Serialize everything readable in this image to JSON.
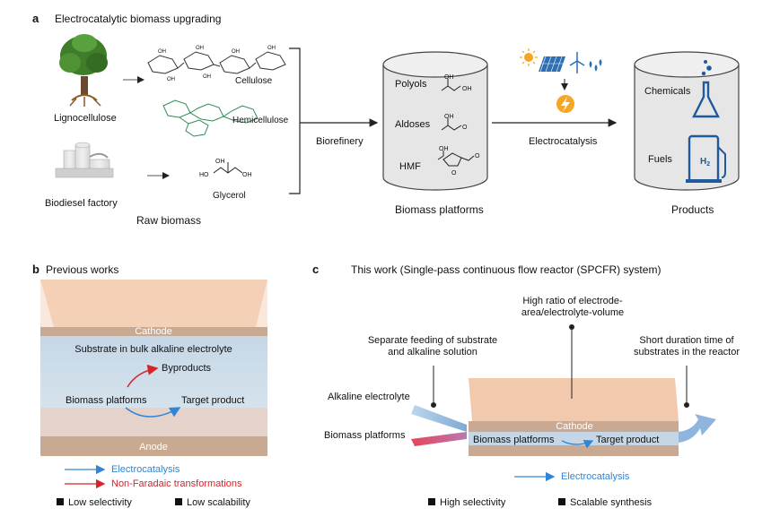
{
  "panel_a": {
    "letter": "a",
    "title": "Electrocatalytic biomass upgrading",
    "lignocellulose": "Lignocellulose",
    "biodiesel_factory": "Biodiesel factory",
    "cellulose": "Cellulose",
    "hemicellulose": "Hemicellulose",
    "glycerol": "Glycerol",
    "raw_biomass": "Raw biomass",
    "biorefinery": "Biorefinery",
    "polyols": "Polyols",
    "aldoses": "Aldoses",
    "hmf": "HMF",
    "biomass_platforms": "Biomass platforms",
    "electrocatalysis": "Electrocatalysis",
    "chemicals": "Chemicals",
    "fuels": "Fuels",
    "h2_label": "H",
    "h2_sub": "2",
    "products": "Products",
    "oh": "OH",
    "o": "O",
    "ho": "HO"
  },
  "panel_b": {
    "letter": "b",
    "title": "Previous works",
    "cathode": "Cathode",
    "anode": "Anode",
    "substrate": "Substrate in bulk alkaline electrolyte",
    "byproducts": "Byproducts",
    "biomass_platforms": "Biomass platforms",
    "target_product": "Target product",
    "legend_electrocatalysis": "Electrocatalysis",
    "legend_nonfaradaic": "Non-Faradaic transformations",
    "low_selectivity": "Low selectivity",
    "low_scalability": "Low scalability",
    "colors": {
      "electrocatalysis": "#2f86d6",
      "nonfaradaic": "#d8232a"
    }
  },
  "panel_c": {
    "letter": "c",
    "title": "This work (Single-pass continuous flow reactor (SPCFR) system)",
    "high_ratio_1": "High ratio of electrode-",
    "high_ratio_2": "area/electrolyte-volume",
    "separate_feeding_1": "Separate feeding of substrate",
    "separate_feeding_2": "and alkaline solution",
    "short_duration_1": "Short duration time of",
    "short_duration_2": "substrates in the reactor",
    "alkaline_electrolyte": "Alkaline electrolyte",
    "biomass_platforms_feed": "Biomass platforms",
    "cathode": "Cathode",
    "biomass_platforms": "Biomass platforms",
    "target_product": "Target product",
    "legend_electrocatalysis": "Electrocatalysis",
    "high_selectivity": "High selectivity",
    "scalable_synthesis": "Scalable synthesis"
  }
}
